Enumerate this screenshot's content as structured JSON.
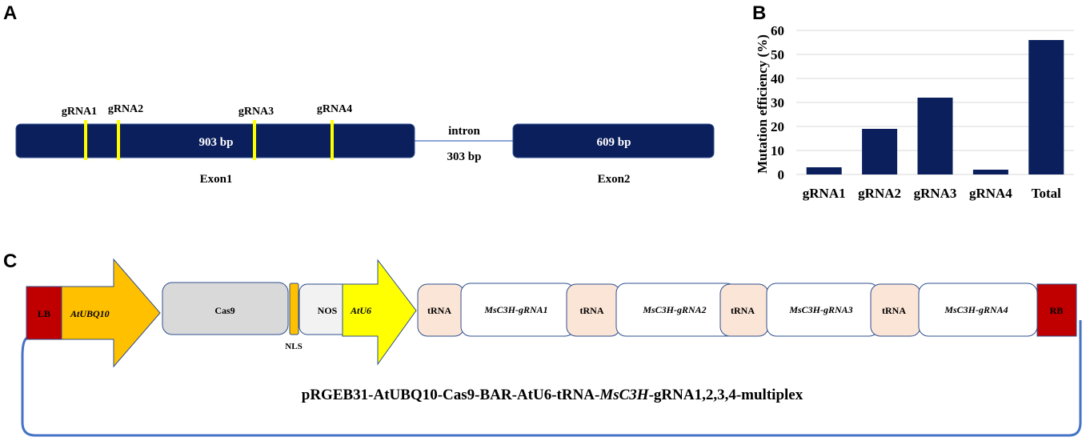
{
  "panels": {
    "a": "A",
    "b": "B",
    "c": "C"
  },
  "gene": {
    "exon1_size": "903 bp",
    "exon1_label": "Exon1",
    "exon2_size": "609 bp",
    "exon2_label": "Exon2",
    "intron_label": "intron",
    "intron_size": "303 bp",
    "grnas": [
      "gRNA1",
      "gRNA2",
      "gRNA3",
      "gRNA4"
    ]
  },
  "construct": {
    "lb": "LB",
    "promoter": "AtUBQ10",
    "cas9": "Cas9",
    "nls": "NLS",
    "nos": "NOS",
    "u6": "AtU6",
    "trna": "tRNA",
    "guides": [
      "MsC3H-gRNA1",
      "MsC3H-gRNA2",
      "MsC3H-gRNA3",
      "MsC3H-gRNA4"
    ],
    "rb": "RB",
    "title_pre": "pRGEB31-AtUBQ10-Cas9-BAR-AtU6-tRNA-",
    "title_it": "MsC3H",
    "title_post": "-gRNA1,2,3,4-multiplex"
  },
  "colors": {
    "navy": "#0b1f5c",
    "yellow": "#ffff00",
    "orange": "#ffc000",
    "red": "#c00000",
    "blue": "#4472c4",
    "trna": "#fbe5d6"
  },
  "chart_data": {
    "type": "bar",
    "categories": [
      "gRNA1",
      "gRNA2",
      "gRNA3",
      "gRNA4",
      "Total"
    ],
    "values": [
      3,
      19,
      32,
      2,
      56
    ],
    "ylabel": "Mutation efficiency (%)",
    "ylim": [
      0,
      60
    ],
    "yticks": [
      "0",
      "10",
      "20",
      "30",
      "40",
      "50",
      "60"
    ],
    "grid": true
  }
}
